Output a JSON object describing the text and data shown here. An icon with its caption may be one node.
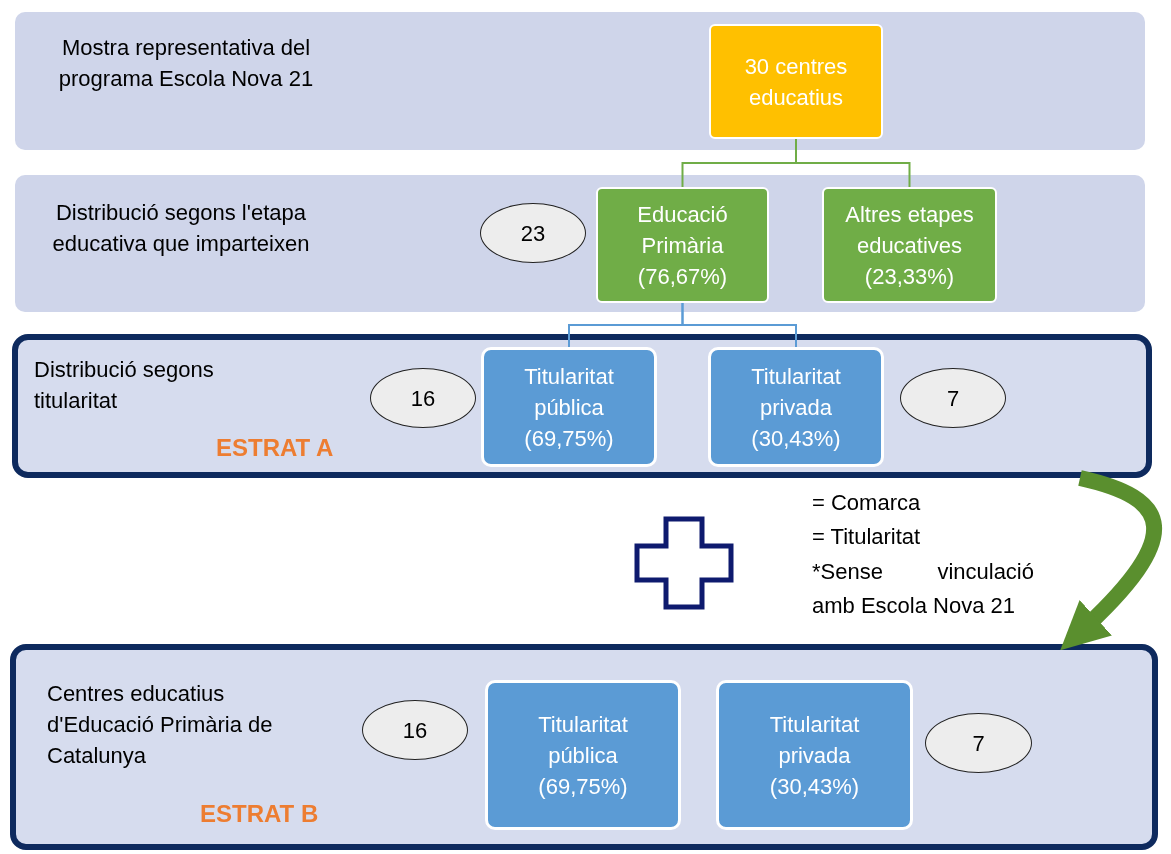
{
  "diagram": {
    "nodes": [
      {
        "text": [
          "Mostra representativa del programa Escola Nova 21"
        ]
      },
      {
        "text": [
          "30 centres educatius"
        ],
        "in": 0
      },
      {
        "text": [
          "Distribució segons l'etapa educativa que imparteixen"
        ]
      },
      {
        "text": [
          "23"
        ],
        "in": 2
      },
      {
        "text": [
          "Educació Primària (76,67%)"
        ],
        "in": 2
      },
      {
        "text": [
          "Altres etapes educatives (23,33%)"
        ],
        "in": 2
      },
      {
        "text": [
          "Distribució segons titularitat",
          "ESTRAT A"
        ]
      },
      {
        "text": [
          "16"
        ],
        "in": 6
      },
      {
        "text": [
          "Titularitat pública (69,75%)"
        ],
        "in": 6
      },
      {
        "text": [
          "Titularitat privada (30,43%)"
        ],
        "in": 6
      },
      {
        "text": [
          "7"
        ],
        "in": 6
      },
      {
        "text": [
          "Centres educatius d'Educació Primària de Catalunya",
          "ESTRAT B"
        ]
      },
      {
        "text": [
          "16"
        ],
        "in": 11
      },
      {
        "text": [
          "Titularitat pública (69,75%)"
        ],
        "in": 11
      },
      {
        "text": [
          "Titularitat privada (30,43%)"
        ],
        "in": 11
      },
      {
        "text": [
          "7"
        ],
        "in": 11
      }
    ],
    "edges": [
      {
        "from": 1,
        "to": 4,
        "arrow": "none",
        "color": "#70ad47"
      },
      {
        "from": 1,
        "to": 5,
        "arrow": "none",
        "color": "#70ad47"
      },
      {
        "from": 4,
        "to": 8,
        "arrow": "none",
        "color": "#5b9bd5"
      },
      {
        "from": 4,
        "to": 9,
        "arrow": "none",
        "color": "#5b9bd5"
      },
      {
        "from": 6,
        "to": 11,
        "arrow": "to",
        "style": "thick",
        "color": "#5a8f2e"
      }
    ],
    "labels": [
      "= Comarca",
      "= Titularitat",
      "*Sense vinculació amb Escola Nova 21"
    ]
  }
}
